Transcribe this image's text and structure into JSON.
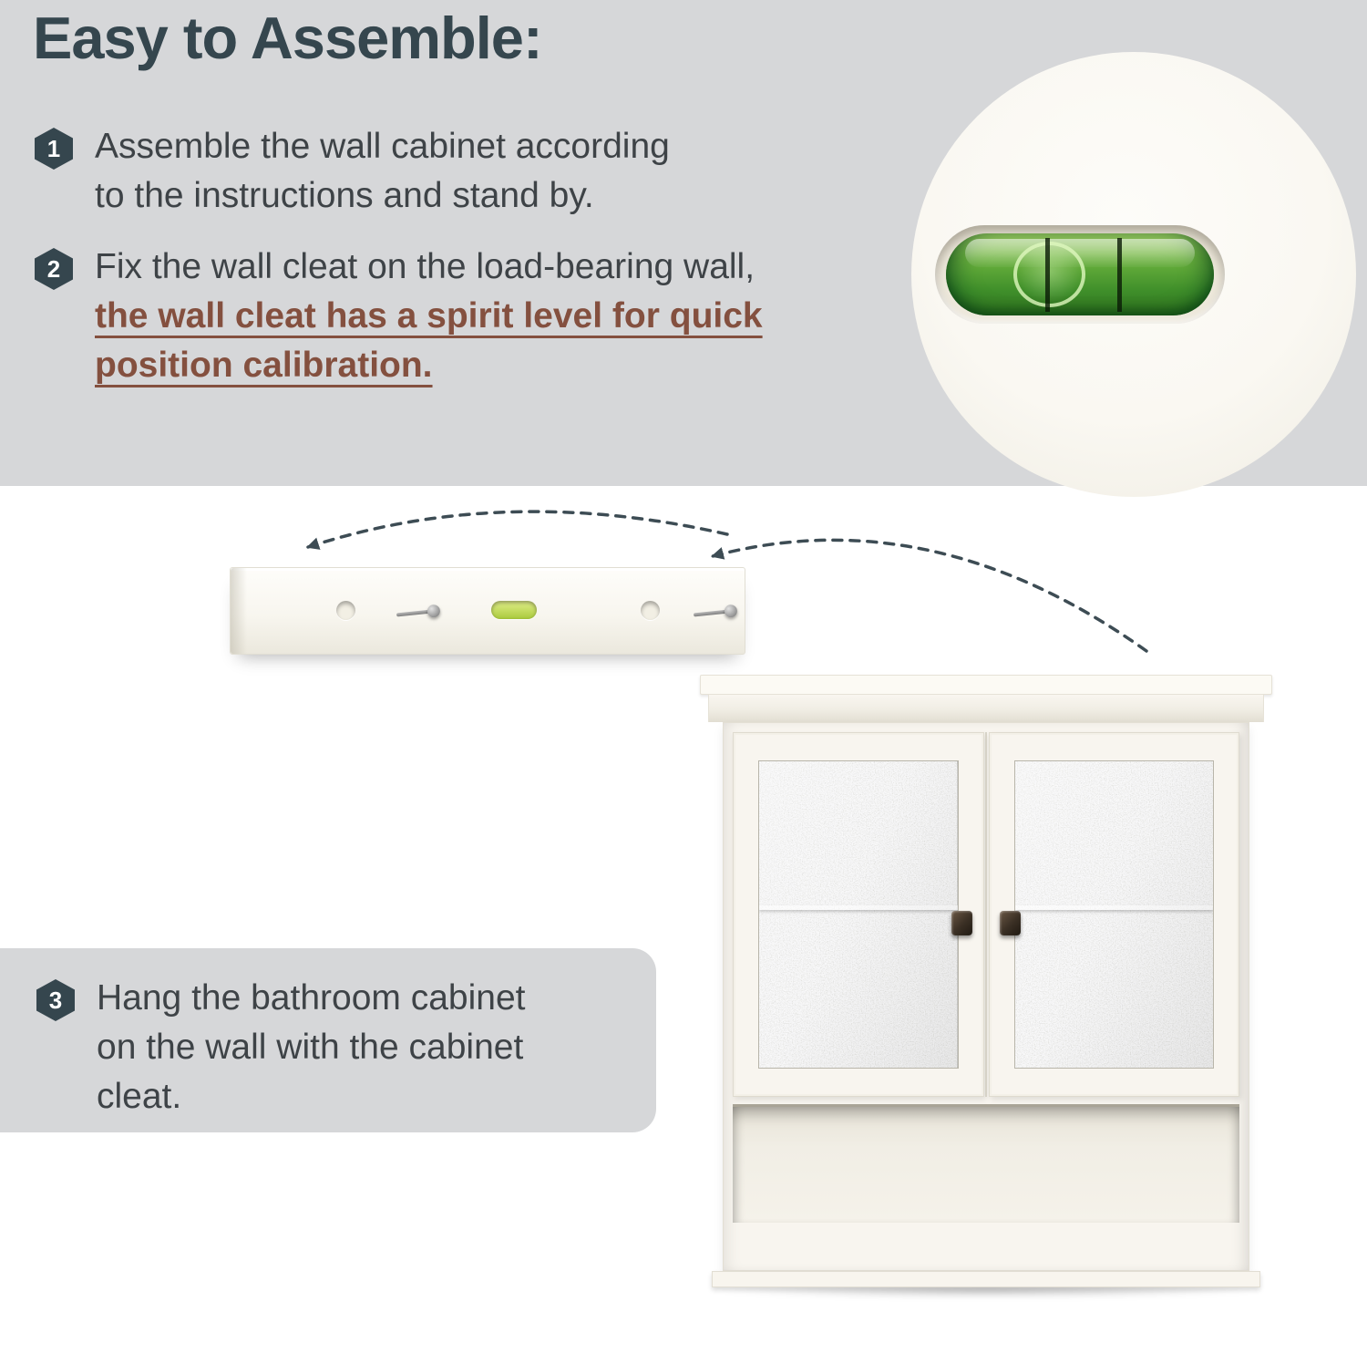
{
  "title": "Easy to Assemble:",
  "steps": {
    "one": {
      "number": "1",
      "line1": "Assemble the wall cabinet according",
      "line2": "to the instructions and stand by."
    },
    "two": {
      "number": "2",
      "line1": "Fix the wall cleat on the load-bearing wall,",
      "em1": "the wall cleat has a spirit level for quick",
      "em2": "position calibration."
    },
    "three": {
      "number": "3",
      "line1": "Hang the bathroom cabinet",
      "line2": "on the wall with the cabinet",
      "line3": "cleat."
    }
  },
  "colors": {
    "panel_gray": "#d6d7d9",
    "accent_dark": "#35464e",
    "emphasis_brown": "#84503f",
    "spirit_level_green": "#57a035",
    "cabinet_white": "#f8f5ef"
  },
  "icons": {
    "step_badge": "hexagon-number-badge",
    "arrow": "dashed-curved-arrow",
    "spirit_level": "green-bubble-vial"
  }
}
